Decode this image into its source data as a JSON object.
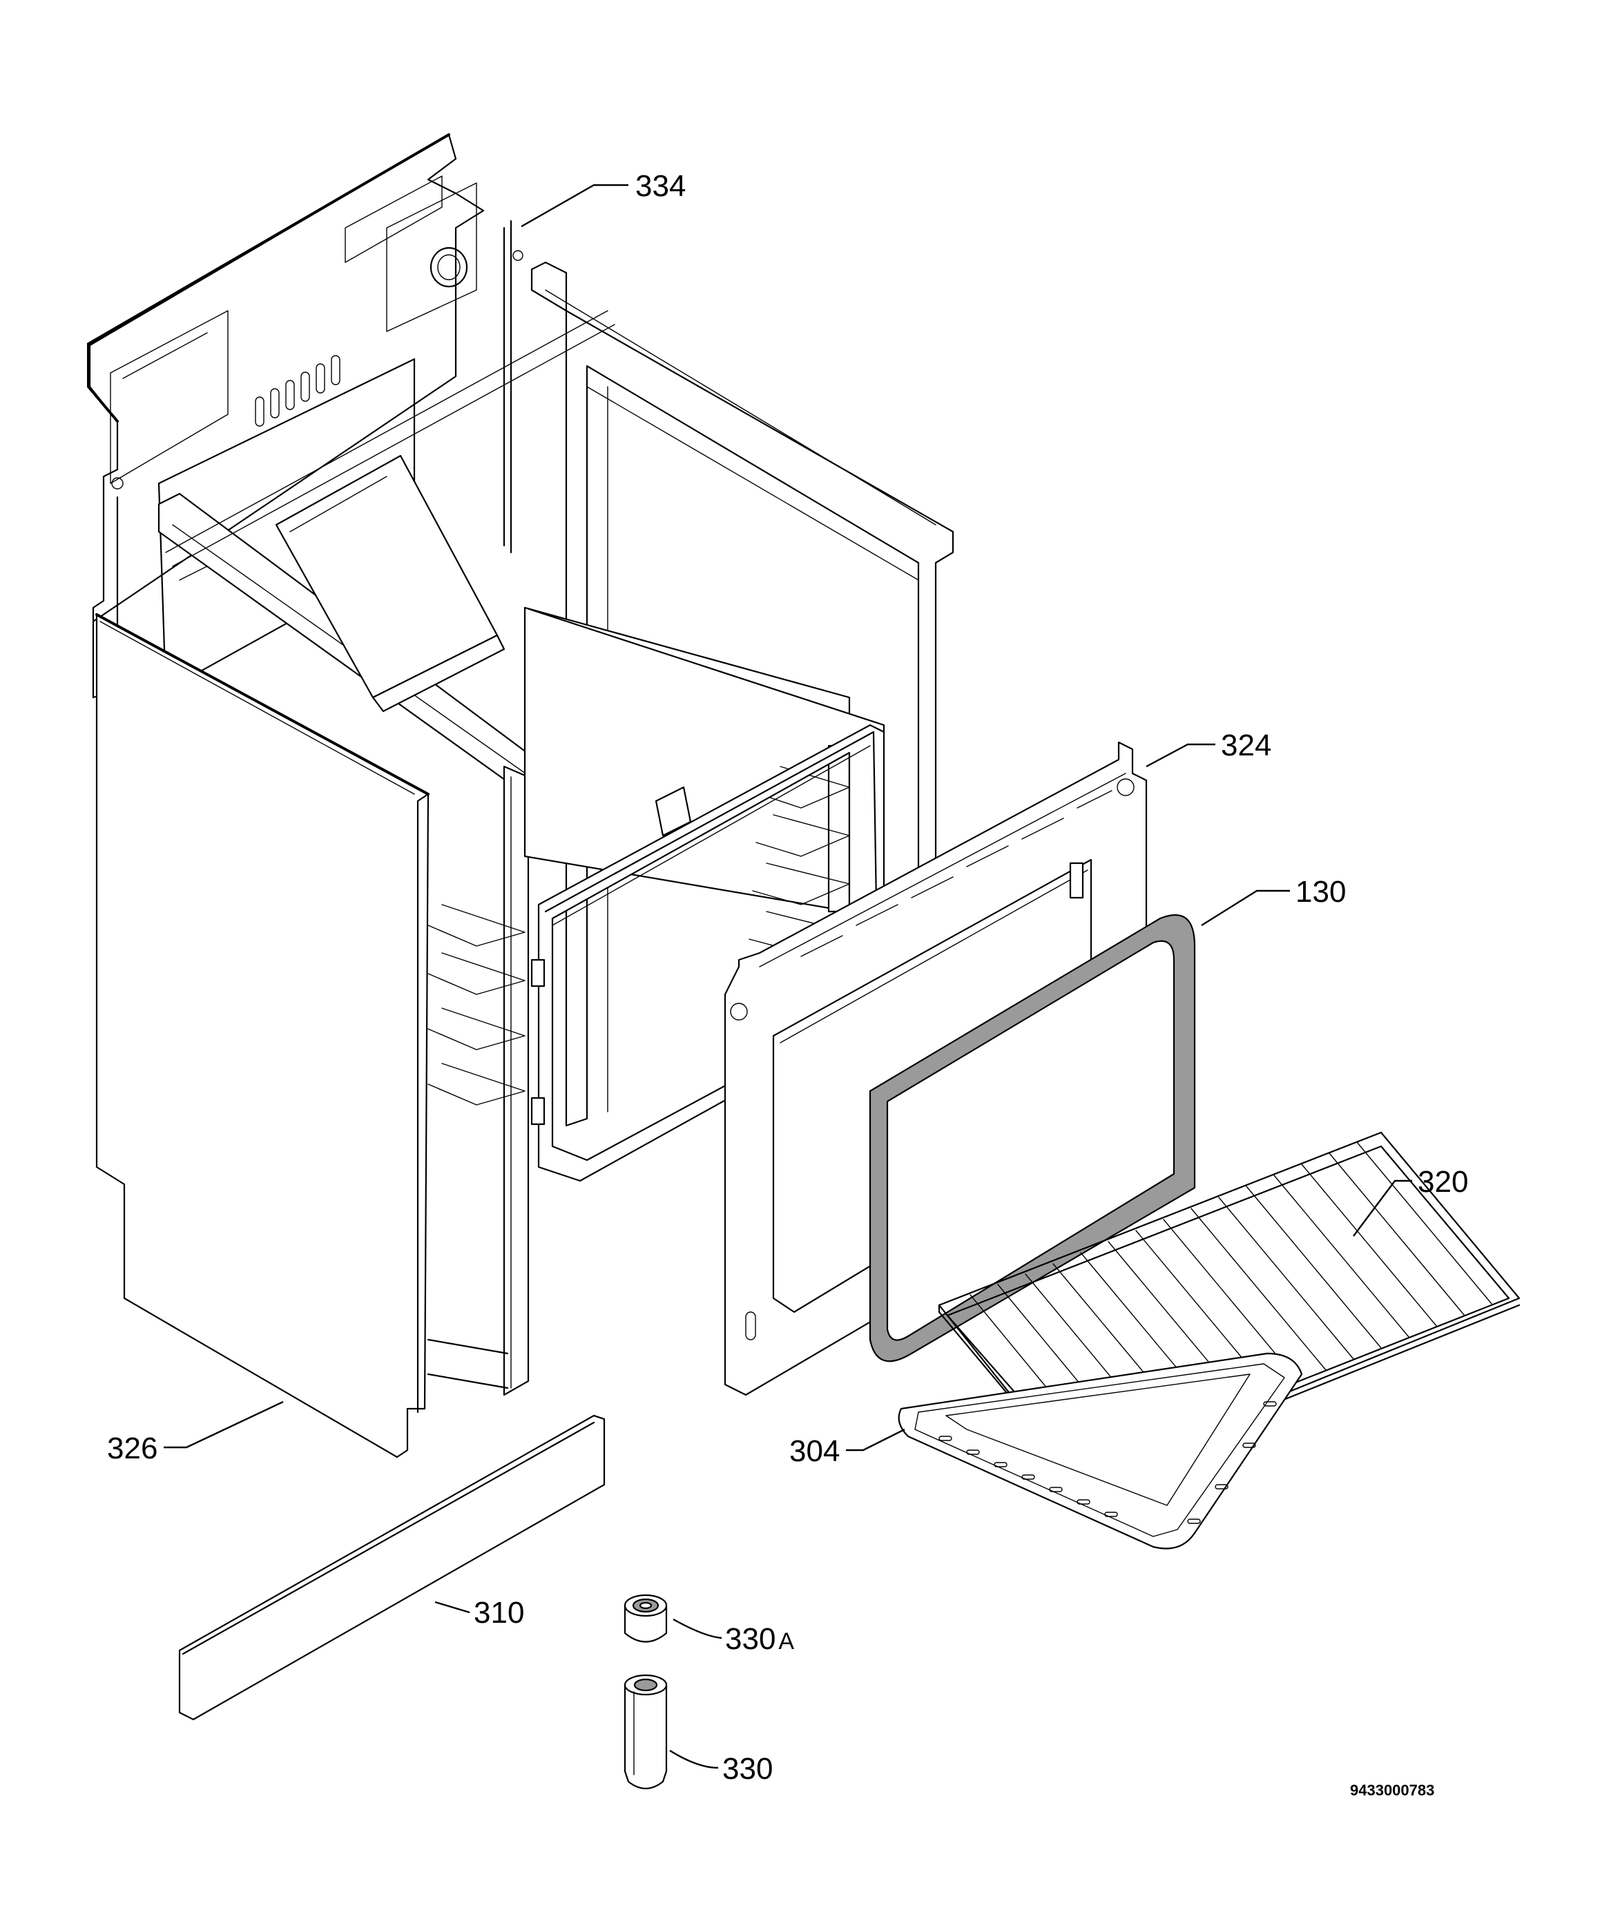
{
  "callouts": {
    "c334": "334",
    "c324": "324",
    "c130": "130",
    "c320": "320",
    "c326": "326",
    "c304": "304",
    "c310": "310",
    "c330a_num": "330",
    "c330a_suffix": "A",
    "c330": "330"
  },
  "document_number": "9433000783"
}
